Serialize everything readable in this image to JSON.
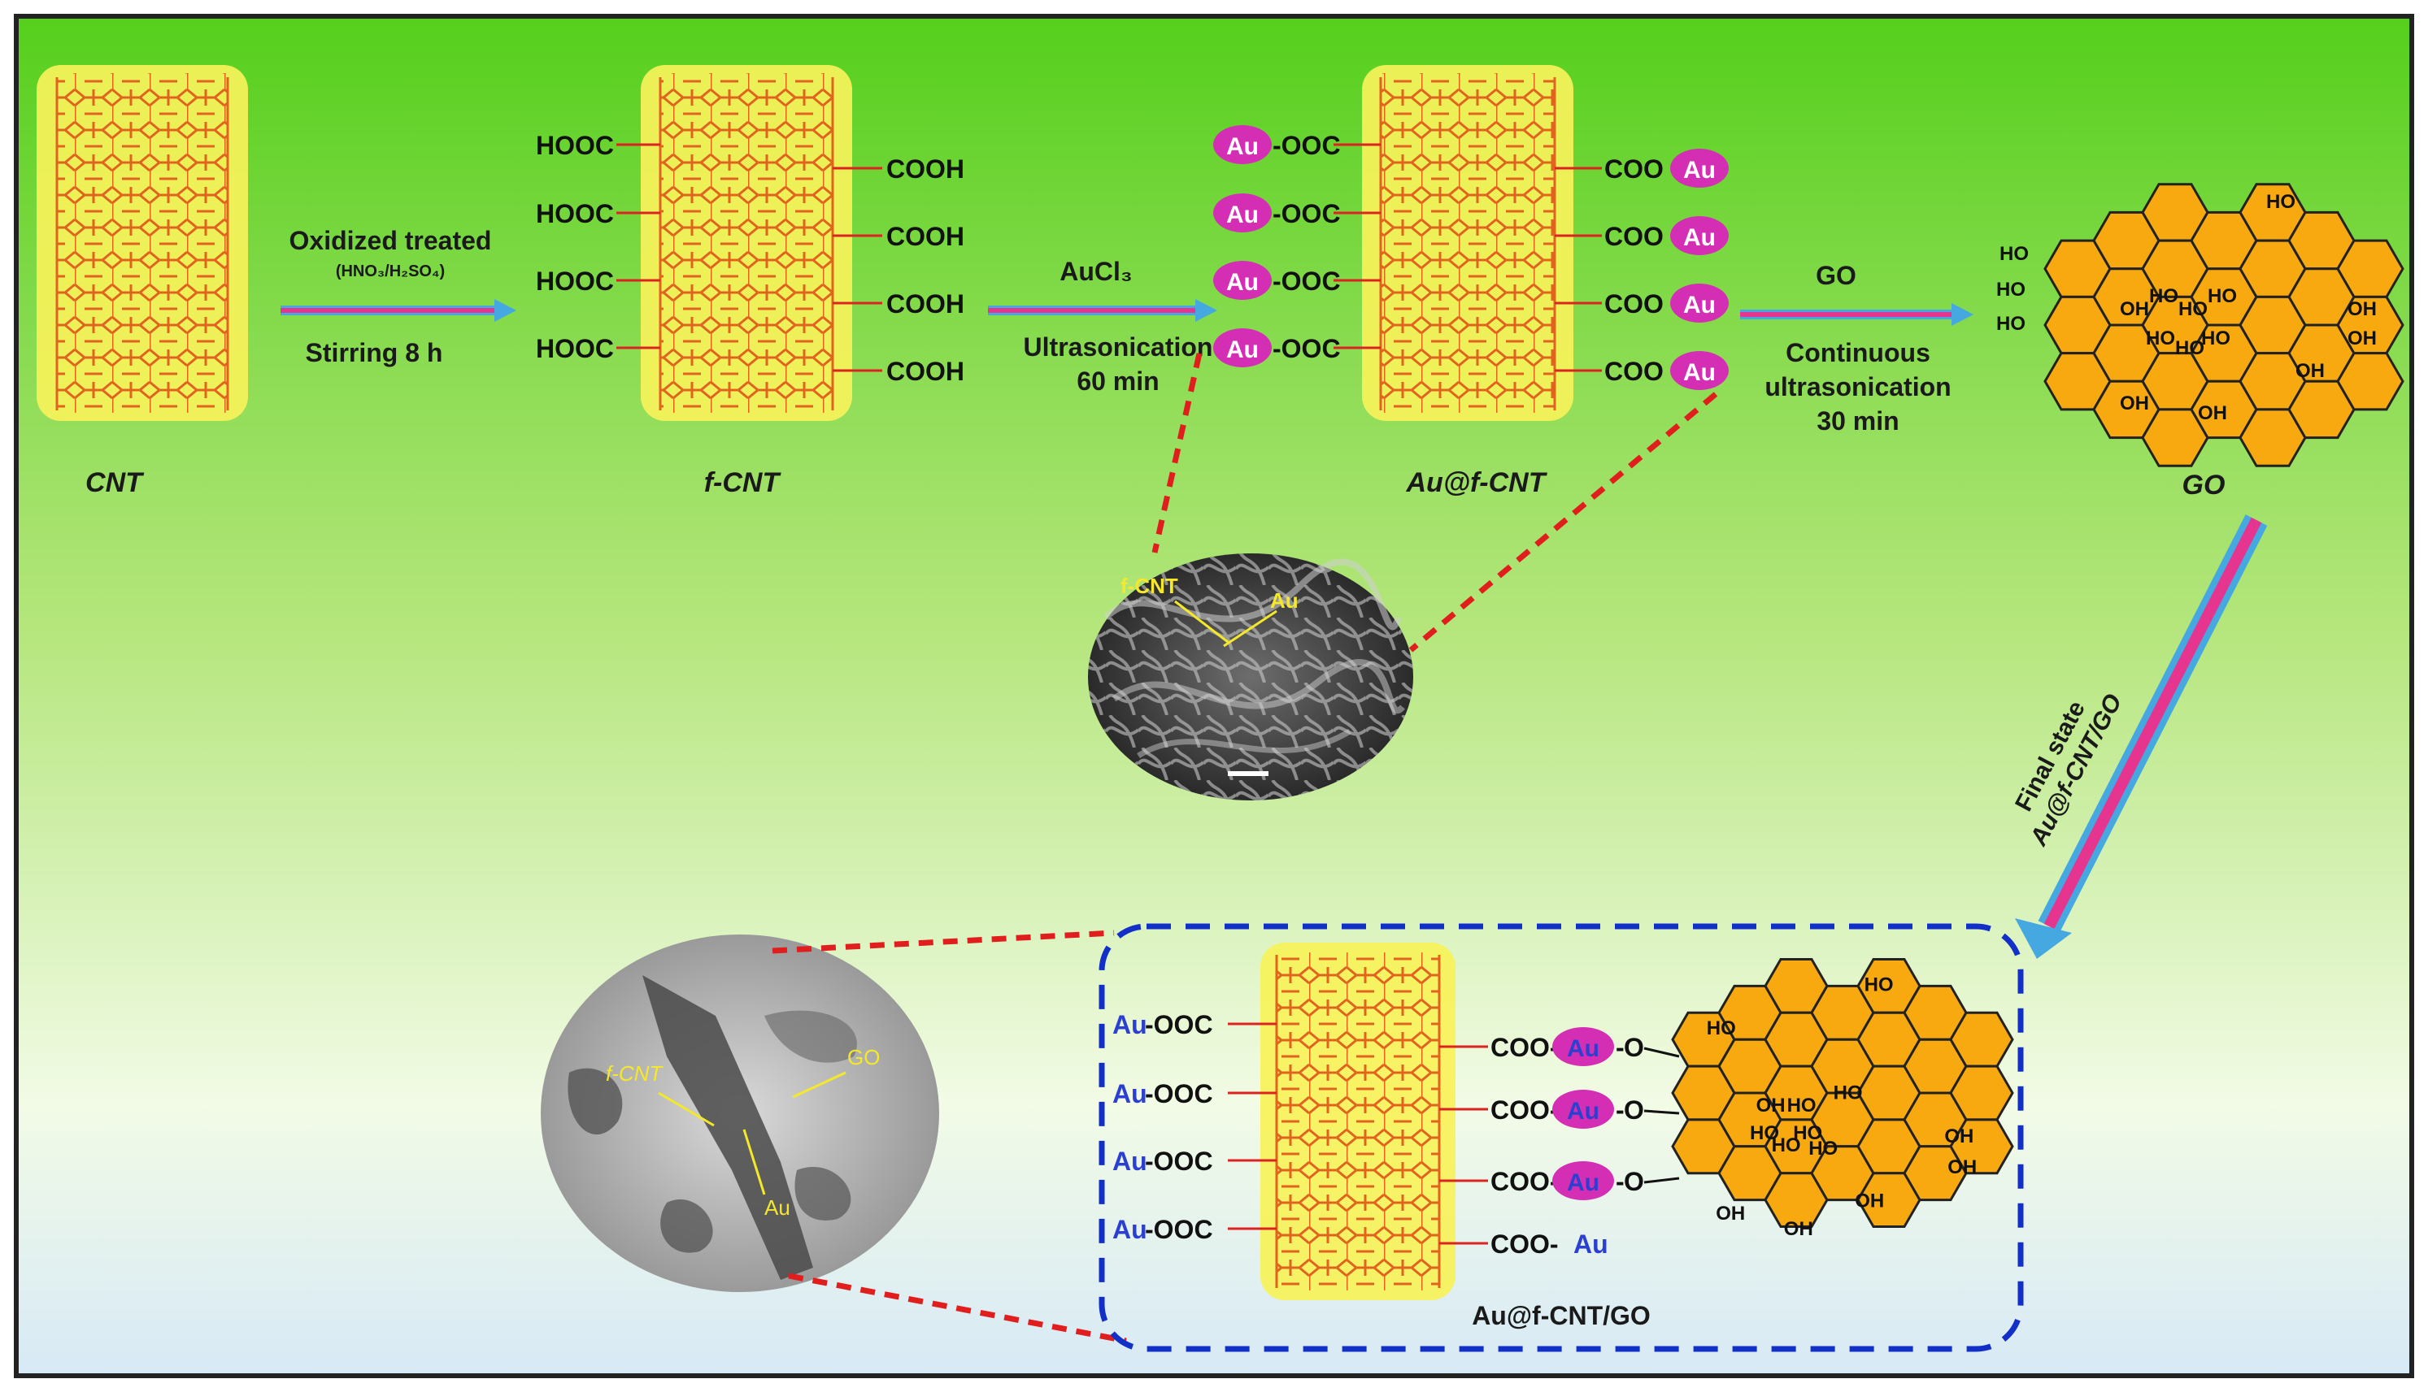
{
  "stages": {
    "cnt": {
      "label": "CNT"
    },
    "fcnt": {
      "label": "f-CNT"
    },
    "aufcnt": {
      "label": "Au@f-CNT"
    },
    "go": {
      "label": "GO"
    }
  },
  "arrows": {
    "step1": {
      "top": "Oxidized treated",
      "sub": "(HNO₃/H₂SO₄)",
      "bottom": "Stirring 8 h"
    },
    "step2": {
      "top": "AuCl₃",
      "bottom1": "Ultrasonication",
      "bottom2": "60 min"
    },
    "step3": {
      "top": "GO",
      "bottom1": "Continuous",
      "bottom2": "ultrasonication",
      "bottom3": "30 min"
    },
    "final": {
      "line1": "Final state",
      "line2": "Au@f-CNT/GO"
    }
  },
  "groups": {
    "hooc": "HOOC",
    "cooh": "COOH",
    "au": "Au",
    "ooc": "-OOC",
    "coo": "COO",
    "oh": "OH",
    "ho": "HO",
    "coo_dash": "COO-",
    "dash": "-",
    "o": "O"
  },
  "micrographs": {
    "sem": {
      "label_fcnt": "f-CNT",
      "label_au": "Au"
    },
    "tem": {
      "label_fcnt": "f-CNT",
      "label_go": "GO",
      "label_au": "Au"
    }
  },
  "composite": {
    "label": "Au@f-CNT/GO"
  },
  "colors": {
    "bg_top": "#5bd321",
    "bg_bottom": "#ffffff",
    "tube_fill": "#f7f25a",
    "tube_line": "#e0641e",
    "hex_fill": "#f7a90f",
    "au_fill": "#d42fb4",
    "arrow_pink": "#e5358f",
    "arrow_blue": "#45a8e0",
    "dash_red": "#e01e1e",
    "dash_blue": "#1230c8",
    "au_text_blue": "#2b3fd0"
  }
}
